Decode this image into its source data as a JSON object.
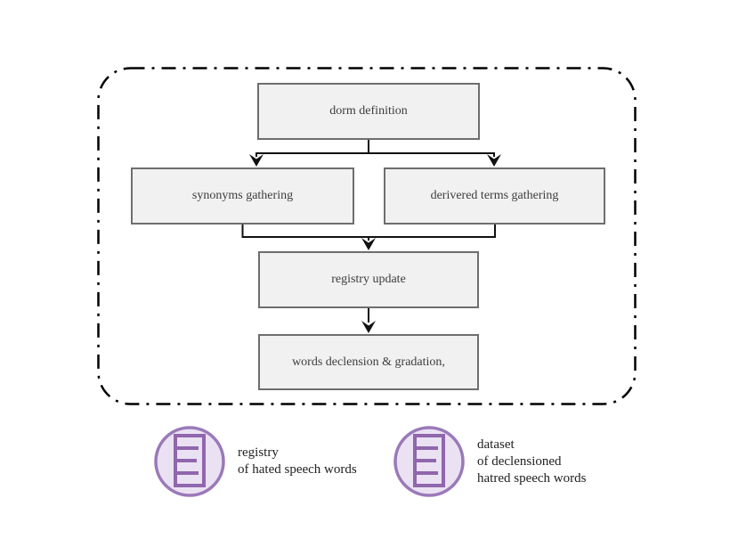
{
  "colors": {
    "box_fill": "#f1f1f1",
    "box_border": "#6e6e6e",
    "box_text": "#3d3d3d",
    "connector": "#111111",
    "frame_border": "#000000",
    "circle_fill": "#eae2f3",
    "circle_stroke": "#9b79b8",
    "icon_stroke": "#9066ad"
  },
  "flowchart": {
    "boxes": [
      {
        "label": "dorm definition"
      },
      {
        "label": "synonyms gathering"
      },
      {
        "label": "derivered terms gathering"
      },
      {
        "label": "registry update"
      },
      {
        "label": "words declension & gradation,"
      }
    ]
  },
  "legend": {
    "items": [
      {
        "icon": "registry-ledger-icon",
        "lines": [
          "registry",
          "of hated speech words"
        ]
      },
      {
        "icon": "dataset-ledger-icon",
        "lines": [
          "dataset",
          "of declensioned",
          "hatred speech words"
        ]
      }
    ]
  }
}
